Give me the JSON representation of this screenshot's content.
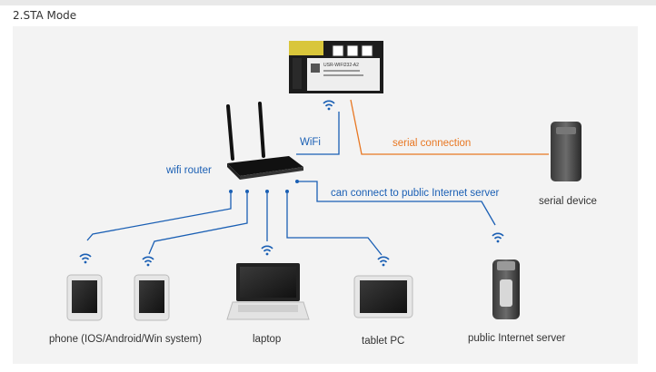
{
  "heading": "2.STA Mode",
  "diagram": {
    "wifi_label": "WiFi",
    "router_label": "wifi router",
    "serial_connection_label": "serial connection",
    "serial_device_label": "serial device",
    "public_server_link_label": "can connect to public Internet server",
    "phone_label": "phone (IOS/Android/Win system)",
    "laptop_label": "laptop",
    "tablet_label": "tablet PC",
    "public_server_label": "public Internet server",
    "module_text": "USR-WIFI232-A2"
  },
  "colors": {
    "blue_link": "#1a5fb4",
    "orange_link": "#e87722",
    "panel_bg": "#f3f3f3"
  }
}
